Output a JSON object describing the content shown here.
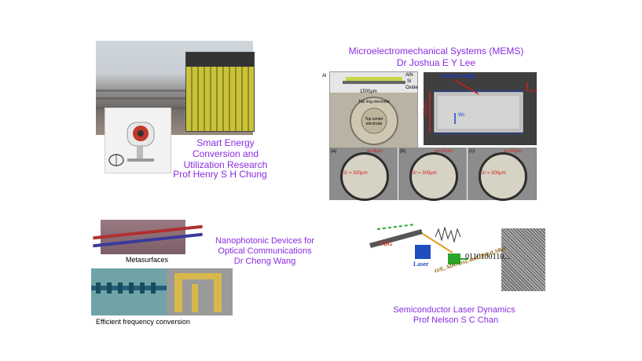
{
  "smart_energy": {
    "title_lines": [
      "Smart Energy",
      "Conversion and",
      "Utilization Research"
    ],
    "professor": "Prof Henry S H Chung"
  },
  "mems": {
    "title": "Microelectromechanical Systems (MEMS)",
    "professor": "Dr Joshua E Y Lee",
    "labels": {
      "al": "Al",
      "aln": "AlN",
      "si": "Si",
      "oxide": "Oxide",
      "dimension": "1500μm",
      "top_ring": "Top ring electrode",
      "top_center": "Top center electrode",
      "convex_edge": "Convex edge",
      "width_label": "210μm",
      "half_w": "W/2",
      "wc": "Wc",
      "ring_tags": [
        "(a)",
        "(b)",
        "(c)"
      ],
      "ring_gaps": [
        "w=3μm",
        "w=10μm",
        "w=20μm"
      ],
      "ring_radius": "2r = 300μm"
    }
  },
  "nanophotonic": {
    "title_lines": [
      "Nanophotonic Devices for",
      "Optical Communications"
    ],
    "professor": "Dr Cheng Wang",
    "caption_meta": "Metasurfaces",
    "caption_freq": "Efficient frequency conversion"
  },
  "laser": {
    "title": "Semiconductor Laser Dynamics",
    "professor": "Prof Nelson S C Chan",
    "labels": {
      "fbg": "FBG",
      "laser": "Laser",
      "bits": "0110100110...",
      "chain": "O/E, ADC (τs), and DSP (LSBs)"
    }
  }
}
